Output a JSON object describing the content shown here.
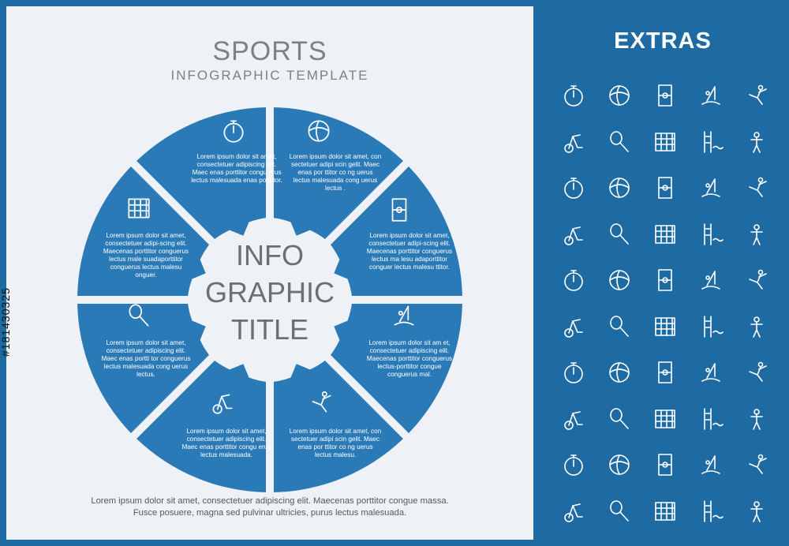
{
  "header": {
    "title": "SPORTS",
    "subtitle": "INFOGRAPHIC TEMPLATE"
  },
  "center": {
    "line1": "INFO",
    "line2": "GRAPHIC",
    "line3": "TITLE"
  },
  "segments": [
    {
      "icon": "surfing-icon",
      "text": "Lorem ipsum dolor sit amet, consectetuer adipiscing elit. Maec enas porttitor congu erus lectus malesuada enas porttitor."
    },
    {
      "icon": "cycling-icon",
      "text": "Lorem ipsum dolor sit amet, con sectetuer adipi scin gelit. Maec enas por ttitor co ng uerus lectus malesuada cong uerus lectus ."
    },
    {
      "icon": "fencing-icon",
      "text": "Lorem ipsum dolor sit amet, consectetuer adipi-scing elit. Maecenas porttitor conguerus lectus ma lesu adaporttitor conguer lectus malesu ttitor."
    },
    {
      "icon": "tennis-racket-icon",
      "text": "Lorem ipsum dolor sit am et, consectetuer adipiscing elit. Maecenas porttitor conguerus lectus-porttitor congue conguerus mal."
    },
    {
      "icon": "soccer-ball-icon",
      "text": "Lorem ipsum dolor sit amet, con sectetuer adipi scin gelit. Maec enas por ttitor co ng uerus lectus malesu."
    },
    {
      "icon": "gymnastics-horse-icon",
      "text": "Lorem ipsum dolor sit amet, consectetuer adipiscing elit. Maec enas porttitor congu erus lectus malesuada."
    },
    {
      "icon": "pull-up-bar-icon",
      "text": "Lorem ipsum dolor sit amet, consectetuer adipiscing elit. Maec enas portti tor conguerus lectus malesuada cong uerus lectus."
    },
    {
      "icon": "skateboarding-icon",
      "text": "Lorem ipsum dolor sit amet, consectetuer adipi-scing elit. Maecenas porttitor conguerus lectus male suadaporttitor conguerus lectus malesu onguer."
    }
  ],
  "footer": {
    "line1": "Lorem ipsum dolor sit amet, consectetuer adipiscing elit. Maecenas porttitor congue massa.",
    "line2": "Fusce posuere, magna sed pulvinar ultricies, purus lectus malesuada."
  },
  "side_id": "#181430325",
  "extras": {
    "title": "EXTRAS",
    "icons": [
      "stopwatch-icon",
      "volleyball-icon",
      "soccer-field-icon",
      "windsurfing-icon",
      "ballet-icon",
      "exercise-bike-icon",
      "badminton-icon",
      "goal-net-icon",
      "swimming-pool-icon",
      "cheerleader-icon",
      "skateboard-icon",
      "baseball-icon",
      "mountain-climbing-icon",
      "tennis-icon",
      "figure-skating-icon",
      "bicycle-icon",
      "fencing-icon",
      "podium-icon",
      "surfing-icon",
      "hurdles-icon",
      "cycling-icon",
      "basketball-icon",
      "billiard-ball-icon",
      "swimmer-icon",
      "football-player-icon",
      "bicycle-icon",
      "soccer-ball-icon",
      "checkered-flag-icon",
      "surfboard-icon",
      "karate-icon",
      "atv-icon",
      "american-football-goal-icon",
      "ping-pong-icon",
      "swimming-icon",
      "golfer-icon",
      "roller-skate-icon",
      "soccer-field-icon",
      "golf-club-icon",
      "basketball-hoop-icon",
      "pull-up-bar-icon",
      "cyclist-icon",
      "trophy-icon",
      "archery-target-icon",
      "kitesurfing-icon",
      "bodybuilder-icon",
      "health-checklist-icon",
      "rugby-ball-icon",
      "basketball-hoop-icon",
      "kayak-icon",
      "gymnastics-horse-icon"
    ]
  },
  "colors": {
    "accent": "#1e6aa3",
    "segment": "#2b7ab8",
    "panel": "#eef1f5",
    "text": "#7d8085"
  }
}
